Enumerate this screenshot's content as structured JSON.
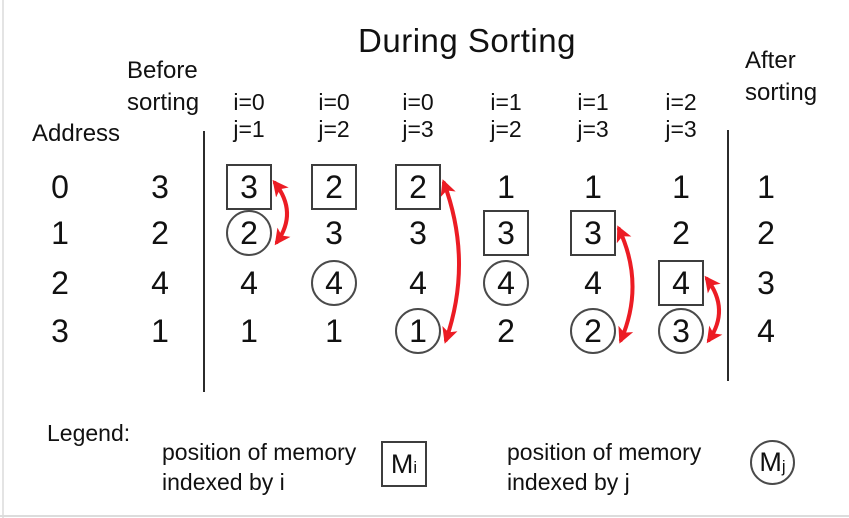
{
  "title": "During Sorting",
  "address_header": "Address",
  "before_header": {
    "line1": "Before",
    "line2": "sorting"
  },
  "after_header": {
    "line1": "After",
    "line2": "sorting"
  },
  "addresses": [
    "0",
    "1",
    "2",
    "3"
  ],
  "before_values": [
    "3",
    "2",
    "4",
    "1"
  ],
  "after_values": [
    "1",
    "2",
    "3",
    "4"
  ],
  "steps": [
    {
      "i_label": "i=0",
      "j_label": "j=1",
      "cells": [
        {
          "v": "3",
          "mark": "box"
        },
        {
          "v": "2",
          "mark": "circle"
        },
        {
          "v": "4"
        },
        {
          "v": "1"
        }
      ],
      "swap": {
        "from_row": 0,
        "to_row": 1
      }
    },
    {
      "i_label": "i=0",
      "j_label": "j=2",
      "cells": [
        {
          "v": "2",
          "mark": "box"
        },
        {
          "v": "3"
        },
        {
          "v": "4",
          "mark": "circle"
        },
        {
          "v": "1"
        }
      ]
    },
    {
      "i_label": "i=0",
      "j_label": "j=3",
      "cells": [
        {
          "v": "2",
          "mark": "box"
        },
        {
          "v": "3"
        },
        {
          "v": "4"
        },
        {
          "v": "1",
          "mark": "circle"
        }
      ],
      "swap": {
        "from_row": 0,
        "to_row": 3
      }
    },
    {
      "i_label": "i=1",
      "j_label": "j=2",
      "cells": [
        {
          "v": "1"
        },
        {
          "v": "3",
          "mark": "box"
        },
        {
          "v": "4",
          "mark": "circle"
        },
        {
          "v": "2"
        }
      ]
    },
    {
      "i_label": "i=1",
      "j_label": "j=3",
      "cells": [
        {
          "v": "1"
        },
        {
          "v": "3",
          "mark": "box"
        },
        {
          "v": "4"
        },
        {
          "v": "2",
          "mark": "circle"
        }
      ],
      "swap": {
        "from_row": 1,
        "to_row": 3
      }
    },
    {
      "i_label": "i=2",
      "j_label": "j=3",
      "cells": [
        {
          "v": "1"
        },
        {
          "v": "2"
        },
        {
          "v": "4",
          "mark": "box"
        },
        {
          "v": "3",
          "mark": "circle"
        }
      ],
      "swap": {
        "from_row": 2,
        "to_row": 3
      }
    }
  ],
  "legend": {
    "label": "Legend:",
    "i_entry": {
      "line1": "position of memory",
      "line2": "indexed by i",
      "symbol_base": "M",
      "symbol_sub": "i"
    },
    "j_entry": {
      "line1": "position of memory",
      "line2": "indexed by j",
      "symbol_base": "M",
      "symbol_sub": "j"
    }
  },
  "colors": {
    "arrow": "#ec1c24",
    "marker_border": "#3d3d3d",
    "divider": "#2b2b2b"
  }
}
